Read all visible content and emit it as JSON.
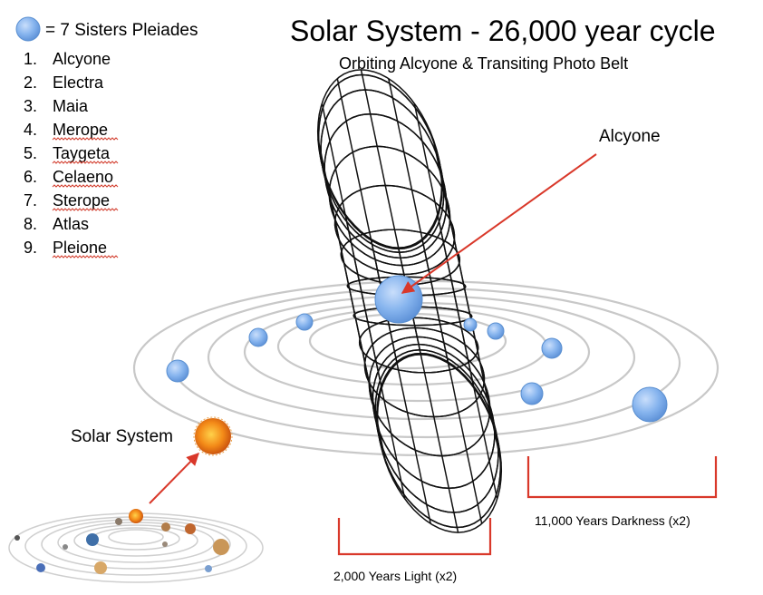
{
  "title": "Solar System - 26,000 year cycle",
  "subtitle": "Orbiting Alcyone & Transiting Photo Belt",
  "legend": {
    "marker_label": "= 7 Sisters Pleiades",
    "items": [
      {
        "num": "1.",
        "name": "Alcyone"
      },
      {
        "num": "2.",
        "name": "Electra"
      },
      {
        "num": "3.",
        "name": "Maia"
      },
      {
        "num": "4.",
        "name": "Merope"
      },
      {
        "num": "5.",
        "name": "Taygeta"
      },
      {
        "num": "6.",
        "name": "Celaeno"
      },
      {
        "num": "7.",
        "name": "Sterope"
      },
      {
        "num": "8.",
        "name": "Atlas"
      },
      {
        "num": "9.",
        "name": "Pleione"
      }
    ]
  },
  "callouts": {
    "alcyone": "Alcyone",
    "solar_system": "Solar System"
  },
  "brackets": {
    "light": "2,000 Years Light (x2)",
    "darkness": "11,000 Years Darkness (x2)"
  },
  "colors": {
    "star_blue": "#7fb0ec",
    "star_edge": "#5a8fd0",
    "orbit_gray": "#c8c8c8",
    "torus_line": "#111111",
    "arrow_red": "#d9382a",
    "sun_orange": "#f08a1a"
  }
}
